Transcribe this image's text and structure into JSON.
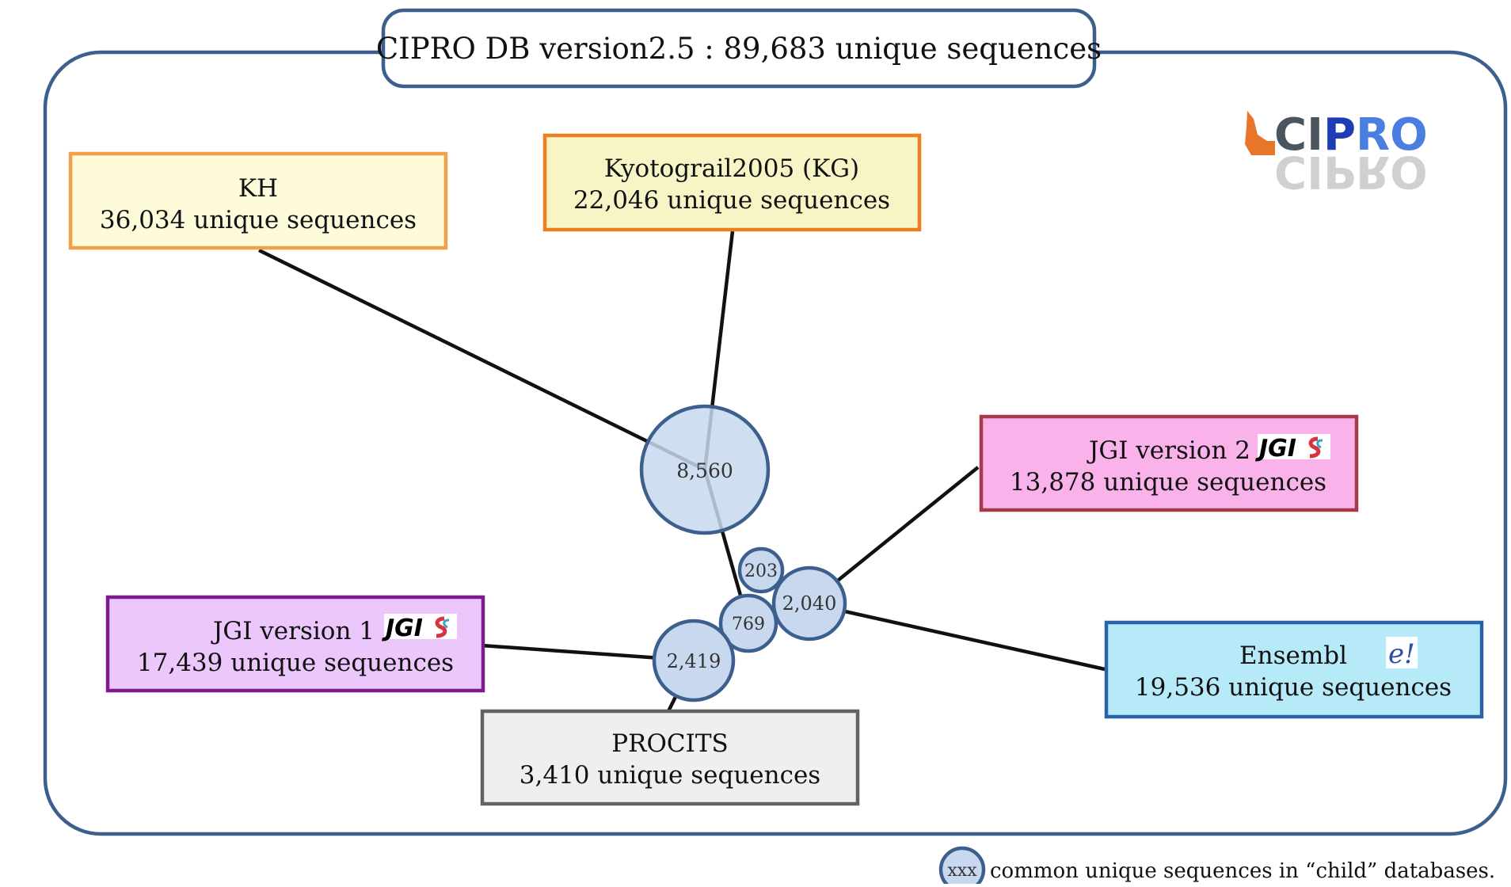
{
  "title": "CIPRO DB version2.5 : 89,683 unique sequences",
  "logo": {
    "text_ci": "CI",
    "text_p": "P",
    "text_ro": "RO",
    "color_ci": "#4a5560",
    "color_p": "#1e3cb4",
    "color_ro": "#4a7ee0",
    "mark_color": "#e8762a"
  },
  "databases": {
    "kh": {
      "name": "KH",
      "count": "36,034 unique sequences",
      "border": "#f3a04c",
      "fill": "#fdfbd9"
    },
    "kg": {
      "name": "Kyotograil2005 (KG)",
      "count": "22,046 unique sequences",
      "border": "#ed7f1f",
      "fill": "#f7f5c6"
    },
    "jgi2": {
      "name": "JGI version 2",
      "count": "13,878 unique sequences",
      "border": "#a33b49",
      "fill": "#fab3ea",
      "logo": "JGI"
    },
    "jgi1": {
      "name": "JGI version 1",
      "count": "17,439 unique sequences",
      "border": "#7d1a8c",
      "fill": "#ebc7fb",
      "logo": "JGI"
    },
    "ensembl": {
      "name": "Ensembl",
      "count": "19,536 unique sequences",
      "border": "#2a62a8",
      "fill": "#b7eaf9",
      "logo": "e!"
    },
    "procits": {
      "name": "PROCITS",
      "count": "3,410 unique sequences",
      "border": "#626262",
      "fill": "#efefef"
    }
  },
  "nodes": [
    {
      "id": "n8560",
      "label": "8,560"
    },
    {
      "id": "n203",
      "label": "203"
    },
    {
      "id": "n2040",
      "label": "2,040"
    },
    {
      "id": "n769",
      "label": "769"
    },
    {
      "id": "n2419",
      "label": "2,419"
    }
  ],
  "node_style": {
    "fill": "#c8d8ee",
    "stroke": "#3d5f8e"
  },
  "legend": {
    "symbol": "xxx",
    "text": "common unique sequences in “child” databases."
  },
  "frame_color": "#3d5f8e"
}
